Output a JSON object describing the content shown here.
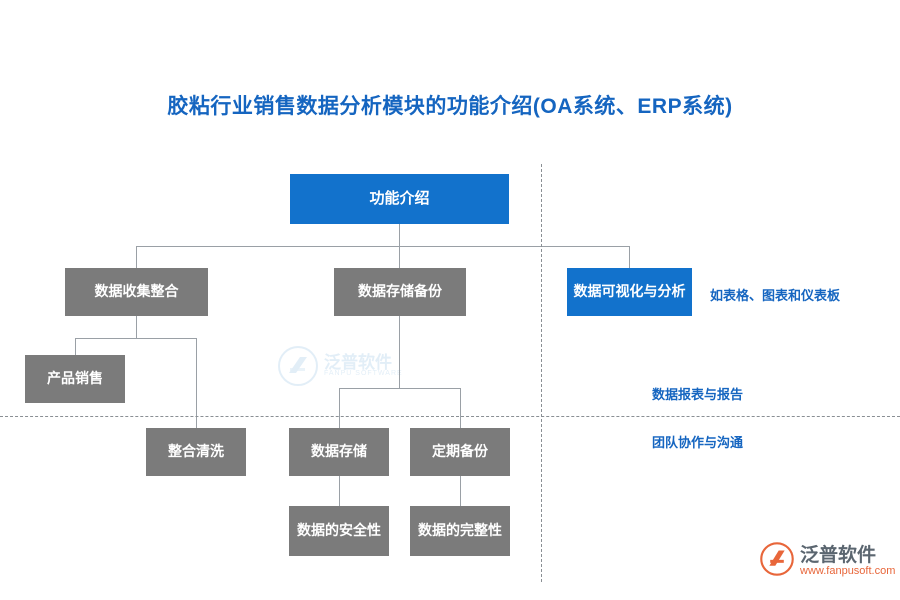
{
  "title": "胶粘行业销售数据分析模块的功能介绍(OA系统、ERP系统)",
  "colors": {
    "title": "#1565c0",
    "blue_node": "#1272cc",
    "gray_node": "#7b7b7b",
    "connector": "#9aa0a6",
    "side_label": "#1565c0",
    "brand_name": "#5b6670",
    "brand_url": "#e8663a"
  },
  "nodes": {
    "root": "功能介绍",
    "level2": [
      "数据收集整合",
      "数据存储备份",
      "数据可视化与分析"
    ],
    "product_sales": "产品销售",
    "integration_clean": "整合清洗",
    "data_storage": "数据存储",
    "regular_backup": "定期备份",
    "data_security": "数据的安全性",
    "data_integrity": "数据的完整性"
  },
  "side_labels": [
    "如表格、图表和仪表板",
    "数据报表与报告",
    "团队协作与沟通"
  ],
  "watermark": {
    "name": "泛普软件",
    "sub": "FANPU SOFTWARE"
  },
  "brand": {
    "name": "泛普软件",
    "url": "www.fanpusoft.com"
  }
}
